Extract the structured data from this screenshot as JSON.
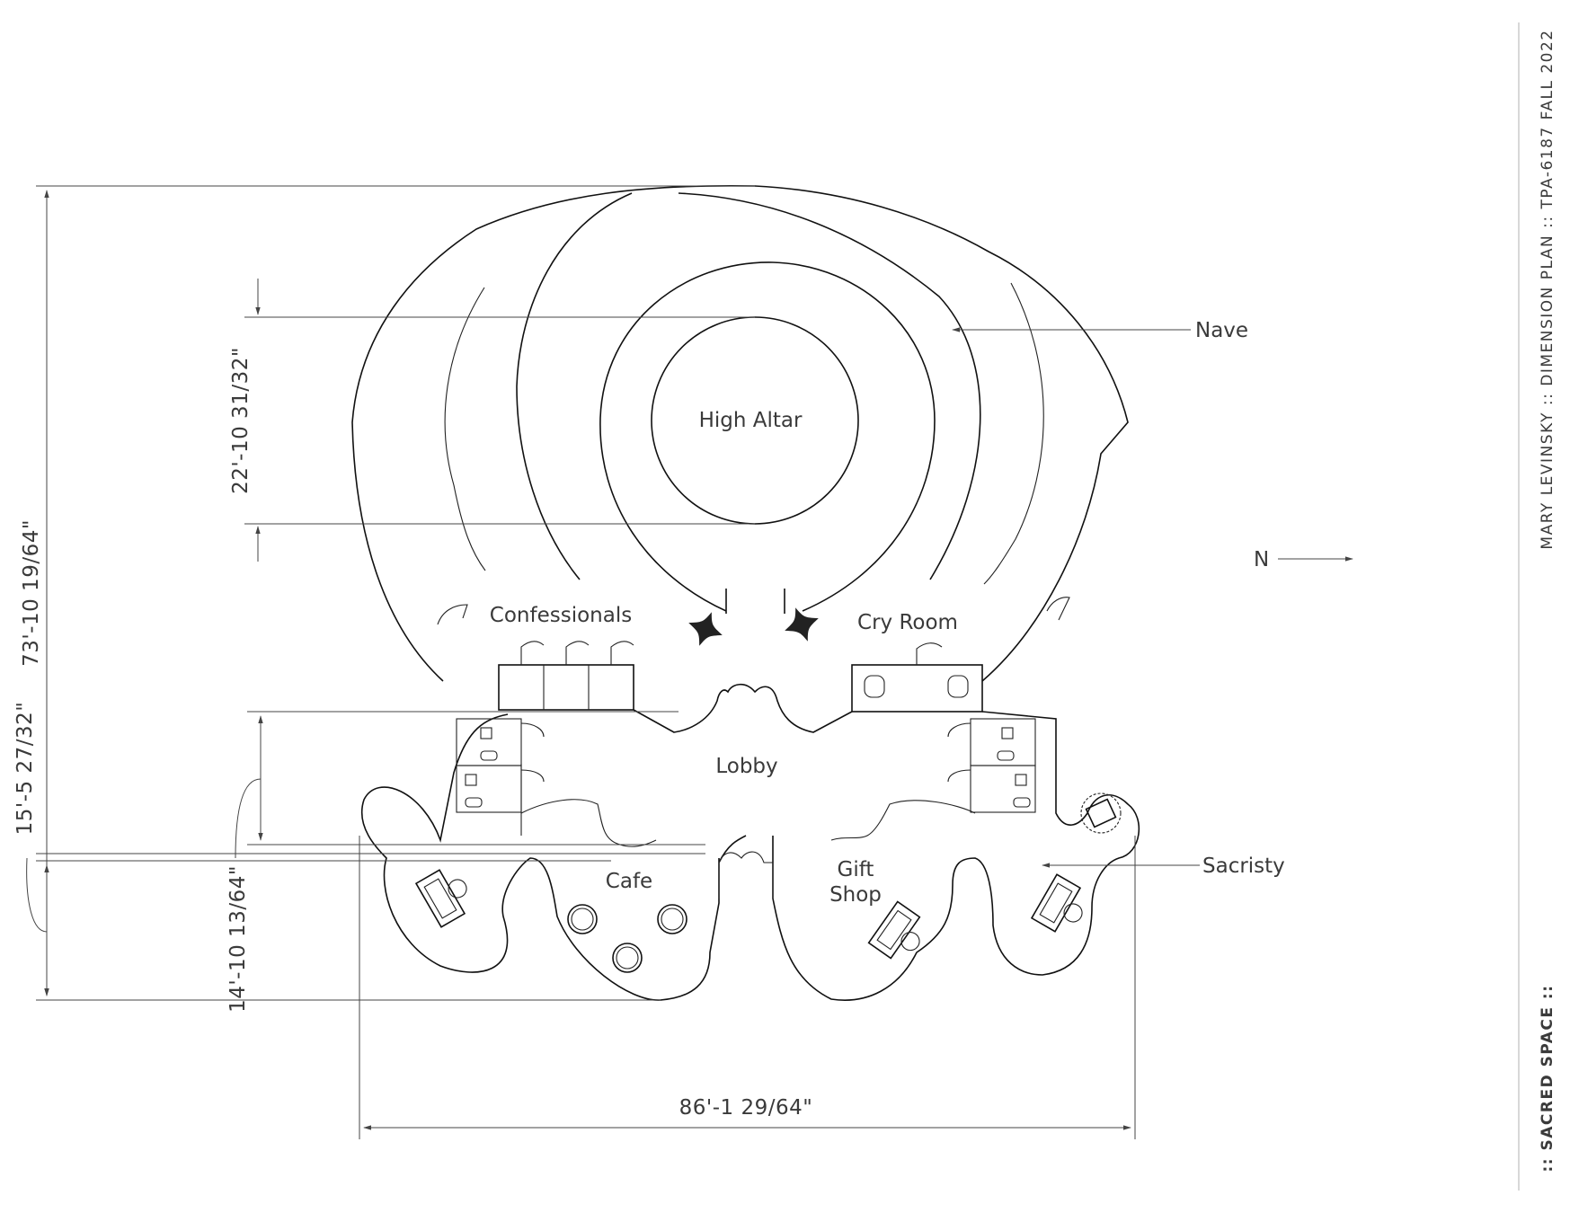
{
  "rooms": {
    "nave": "Nave",
    "high_altar": "High Altar",
    "confessionals": "Confessionals",
    "cry_room": "Cry Room",
    "lobby": "Lobby",
    "cafe": "Cafe",
    "gift_shop_line1": "Gift",
    "gift_shop_line2": "Shop",
    "sacristy": "Sacristy"
  },
  "dimensions": {
    "overall_height": "73'-10 19/64\"",
    "altar_diameter": "22'-10 31/32\"",
    "lobby_depth": "15'-5 27/32\"",
    "south_wing_depth": "14'-10 13/64\"",
    "overall_width": "86'-1 29/64\""
  },
  "north_label": "N",
  "title_block": {
    "info": "MARY LEVINSKY  ::  DIMENSION PLAN  ::  TPA-6187 FALL 2022",
    "project": "::  SACRED SPACE  ::"
  }
}
